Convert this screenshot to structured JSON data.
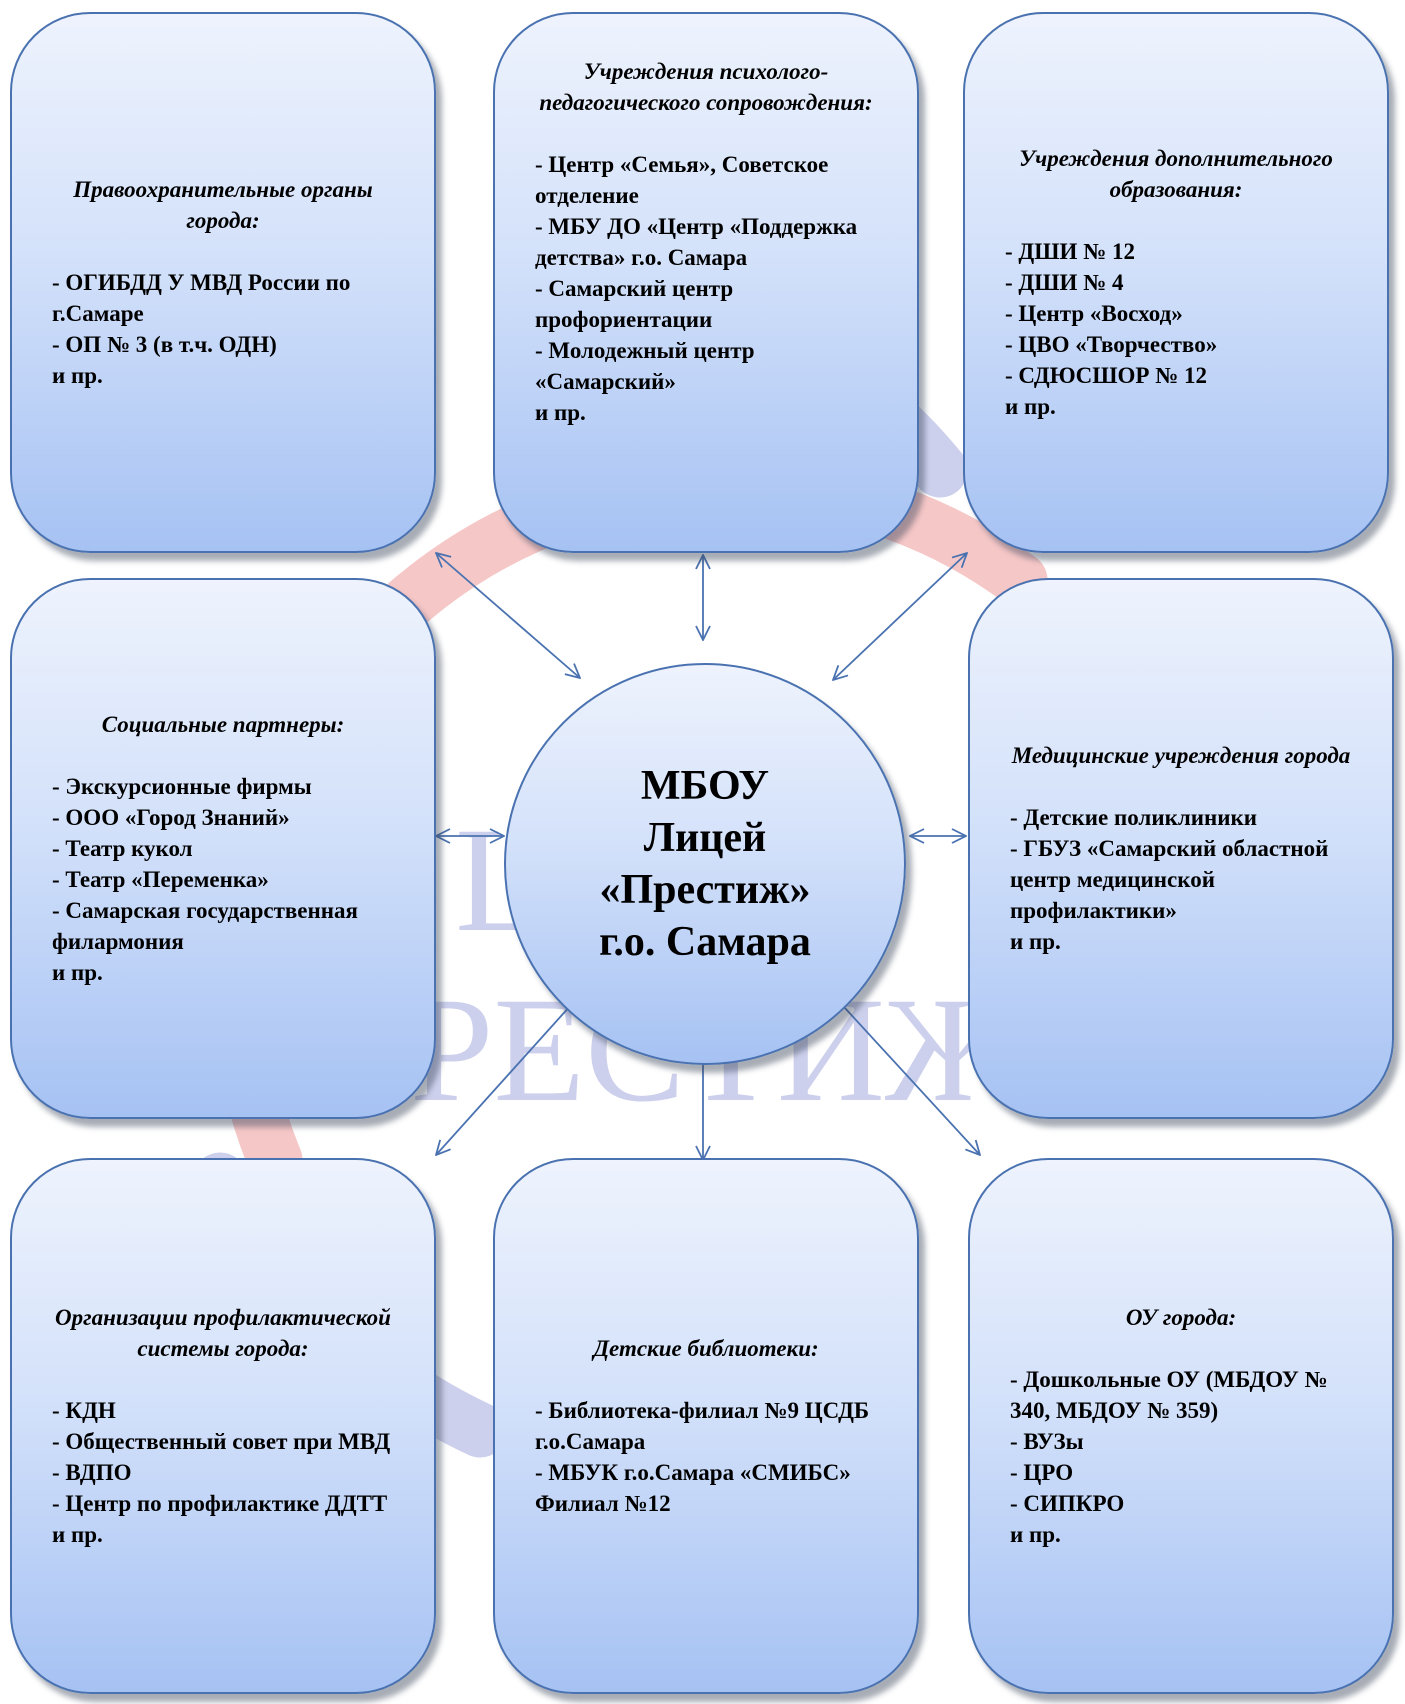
{
  "center": {
    "lines": [
      "МБОУ",
      "Лицей",
      "«Престиж»",
      "г.о. Самара"
    ]
  },
  "watermark": {
    "line1": "ЦЕЙ",
    "line2": "РЕСТИЖ",
    "colors": {
      "text": "#cdd0ec",
      "arc_red": "#f6c7c7",
      "arc_blue": "#cdd0ec"
    }
  },
  "colors": {
    "box_border": "#4a72b0",
    "box_top": "#eef3fd",
    "box_bottom": "#a6c2f3",
    "arrow": "#4a72b0"
  },
  "boxes": {
    "law": {
      "title": "Правоохранительные органы города:",
      "items": [
        "- ОГИБДД У МВД России по г.Самаре",
        "- ОП № 3 (в т.ч. ОДН)",
        "и пр."
      ]
    },
    "psych": {
      "title": "Учреждения психолого-педагогического сопровождения:",
      "items": [
        "- Центр «Семья», Советское отделение",
        "- МБУ ДО «Центр «Поддержка детства» г.о. Самара",
        "- Самарский центр профориентации",
        "- Молодежный центр «Самарский»",
        "и пр."
      ]
    },
    "extra": {
      "title": "Учреждения дополнительного образования:",
      "items": [
        "- ДШИ № 12",
        "- ДШИ № 4",
        "- Центр «Восход»",
        "- ЦВО «Творчество»",
        "- СДЮСШОР № 12",
        "и пр."
      ]
    },
    "social": {
      "title": "Социальные партнеры:",
      "items": [
        "- Экскурсионные фирмы",
        "- ООО «Город Знаний»",
        "- Театр кукол",
        "- Театр «Переменка»",
        "- Самарская государственная филармония",
        "и пр."
      ]
    },
    "medical": {
      "title": "Медицинские учреждения города",
      "items": [
        "- Детские поликлиники",
        "- ГБУЗ «Самарский областной центр медицинской профилактики»",
        "и пр."
      ]
    },
    "prevention": {
      "title": "Организации профилактической системы города:",
      "items": [
        "- КДН",
        "- Общественный совет при МВД",
        "- ВДПО",
        "- Центр по профилактике ДДТТ",
        "и пр."
      ]
    },
    "libraries": {
      "title": "Детские библиотеки:",
      "items": [
        "- Библиотека-филиал №9 ЦСДБ г.о.Самара",
        "- МБУК г.о.Самара «СМИБС» Филиал №12"
      ]
    },
    "schools": {
      "title": "ОУ города:",
      "items": [
        "- Дошкольные ОУ (МБДОУ № 340, МБДОУ № 359)",
        "- ВУЗы",
        "- ЦРО",
        "- СИПКРО",
        "и пр."
      ]
    }
  }
}
